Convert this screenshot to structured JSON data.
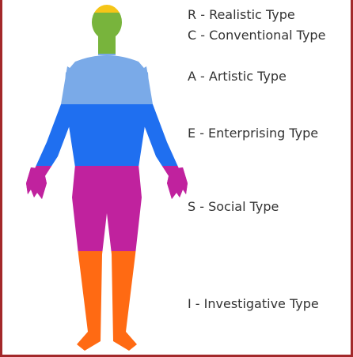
{
  "figure": {
    "segments": [
      {
        "key": "R",
        "label": "R - Realistic Type",
        "body_part": "top of head",
        "color": "#f5c518"
      },
      {
        "key": "C",
        "label": "C - Conventional Type",
        "body_part": "head and neck",
        "color": "#78b43c"
      },
      {
        "key": "A",
        "label": "A - Artistic Type",
        "body_part": "shoulders and upper chest",
        "color": "#7aaae8"
      },
      {
        "key": "E",
        "label": "E - Enterprising Type",
        "body_part": "torso and arms",
        "color": "#1f6ff0"
      },
      {
        "key": "S",
        "label": "S - Social Type",
        "body_part": "hips, thighs and hands",
        "color": "#c0229e"
      },
      {
        "key": "I",
        "label": "I - Investigative Type",
        "body_part": "lower legs and feet",
        "color": "#ff6a13"
      }
    ]
  }
}
